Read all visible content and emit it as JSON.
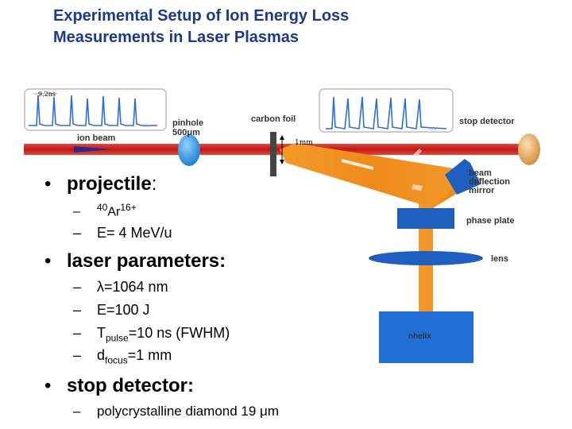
{
  "title": {
    "line1": "Experimental Setup of Ion Energy Loss",
    "line2": "Measurements in Laser Plasmas"
  },
  "diagram": {
    "scope_left_label": "9.2ns",
    "scope_left_axis": "time",
    "scope_right_axis": "time",
    "ion_beam": "ion beam",
    "pinhole": "pinhole",
    "pinhole_size": "500μm",
    "carbon_foil": "carbon foil",
    "foil_dim": "1mm",
    "stop_detector": "stop detector",
    "beam_deflection_mirror": [
      "beam",
      "deflection",
      "mirror"
    ],
    "phase_plate": "phase plate",
    "lens": "lens",
    "laser": "nhelix",
    "colors": {
      "beam_red": "#d42020",
      "laser_orange": "#f0901e",
      "detector_blue": "#1f5fbf",
      "pinhole_blue": "#1a8ce0",
      "scope_peaks": "#2a6fd6"
    }
  },
  "bullets": {
    "b1_label": "projectile",
    "b1_colon": ":",
    "b1_items": [
      {
        "dash": "–",
        "pre": "40",
        "main": "Ar",
        "post": "16+"
      },
      {
        "dash": "–",
        "text": "E= 4 MeV/u"
      }
    ],
    "b2_label": "laser parameters:",
    "b2_items": [
      {
        "dash": "–",
        "text": "λ=1064 nm"
      },
      {
        "dash": "–",
        "text": "E=100 J"
      },
      {
        "dash": "–",
        "pre": "T",
        "sub": "pulse",
        "post": "=10 ns (FWHM)"
      },
      {
        "dash": "–",
        "pre": "d",
        "sub": "focus",
        "post": "=1 mm"
      }
    ],
    "b3_label": "stop detector:",
    "b3_items": [
      {
        "dash": "–",
        "text": "polycrystalline diamond 19 μm"
      }
    ],
    "bullet_glyph": "•"
  }
}
